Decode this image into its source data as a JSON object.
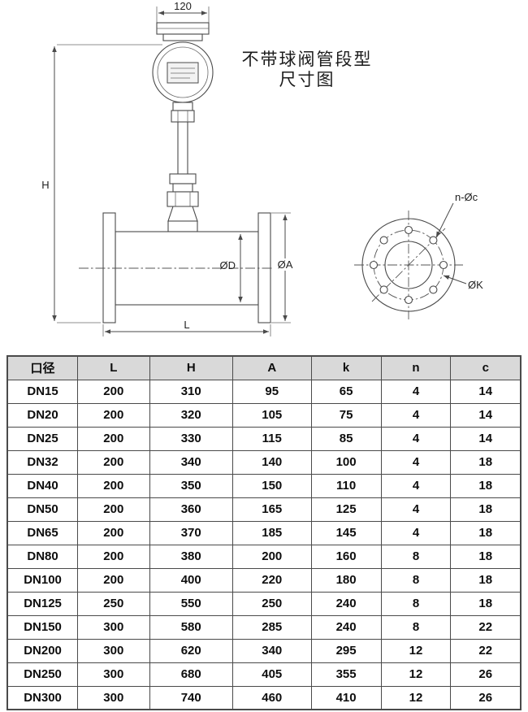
{
  "title": {
    "line1": "不带球阀管段型",
    "line2": "尺寸图"
  },
  "drawing": {
    "dim_width_top": "120",
    "dim_height": "H",
    "dim_bore": "ØD",
    "dim_flange_od": "ØA",
    "dim_length": "L",
    "flange_holes_label": "n-Øc",
    "bolt_circle_label": "ØK"
  },
  "colors": {
    "line": "#4a4a4a",
    "table_header_bg": "#d9d9d9",
    "table_border": "#4a4a4a"
  },
  "table": {
    "headers": [
      "口径",
      "L",
      "H",
      "A",
      "k",
      "n",
      "c"
    ],
    "rows": [
      [
        "DN15",
        "200",
        "310",
        "95",
        "65",
        "4",
        "14"
      ],
      [
        "DN20",
        "200",
        "320",
        "105",
        "75",
        "4",
        "14"
      ],
      [
        "DN25",
        "200",
        "330",
        "115",
        "85",
        "4",
        "14"
      ],
      [
        "DN32",
        "200",
        "340",
        "140",
        "100",
        "4",
        "18"
      ],
      [
        "DN40",
        "200",
        "350",
        "150",
        "110",
        "4",
        "18"
      ],
      [
        "DN50",
        "200",
        "360",
        "165",
        "125",
        "4",
        "18"
      ],
      [
        "DN65",
        "200",
        "370",
        "185",
        "145",
        "4",
        "18"
      ],
      [
        "DN80",
        "200",
        "380",
        "200",
        "160",
        "8",
        "18"
      ],
      [
        "DN100",
        "200",
        "400",
        "220",
        "180",
        "8",
        "18"
      ],
      [
        "DN125",
        "250",
        "550",
        "250",
        "240",
        "8",
        "18"
      ],
      [
        "DN150",
        "300",
        "580",
        "285",
        "240",
        "8",
        "22"
      ],
      [
        "DN200",
        "300",
        "620",
        "340",
        "295",
        "12",
        "22"
      ],
      [
        "DN250",
        "300",
        "680",
        "405",
        "355",
        "12",
        "26"
      ],
      [
        "DN300",
        "300",
        "740",
        "460",
        "410",
        "12",
        "26"
      ]
    ]
  }
}
